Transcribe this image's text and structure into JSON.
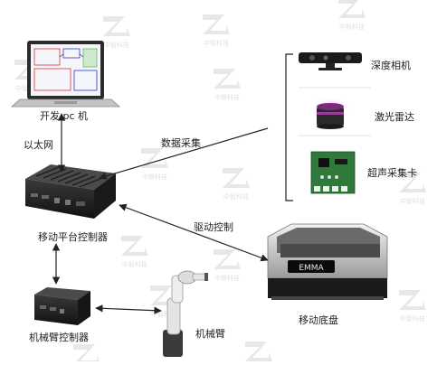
{
  "nodes": {
    "dev_pc": "开发 pc 机",
    "platform_controller": "移动平台控制器",
    "arm_controller": "机械臂控制器",
    "robot_arm": "机械臂",
    "depth_camera": "深度相机",
    "lidar": "激光雷达",
    "ultrasonic_card": "超声采集卡",
    "mobile_base": "移动底盘"
  },
  "edges": {
    "ethernet": "以太网",
    "data_acquisition": "数据采集",
    "drive_control": "驱动控制"
  },
  "base_brand": "EMMA",
  "watermark_text": "中智科技",
  "colors": {
    "line": "#222222",
    "text": "#222222",
    "watermark": "#cfd3d8",
    "lidar_glow": "#c040c0"
  }
}
